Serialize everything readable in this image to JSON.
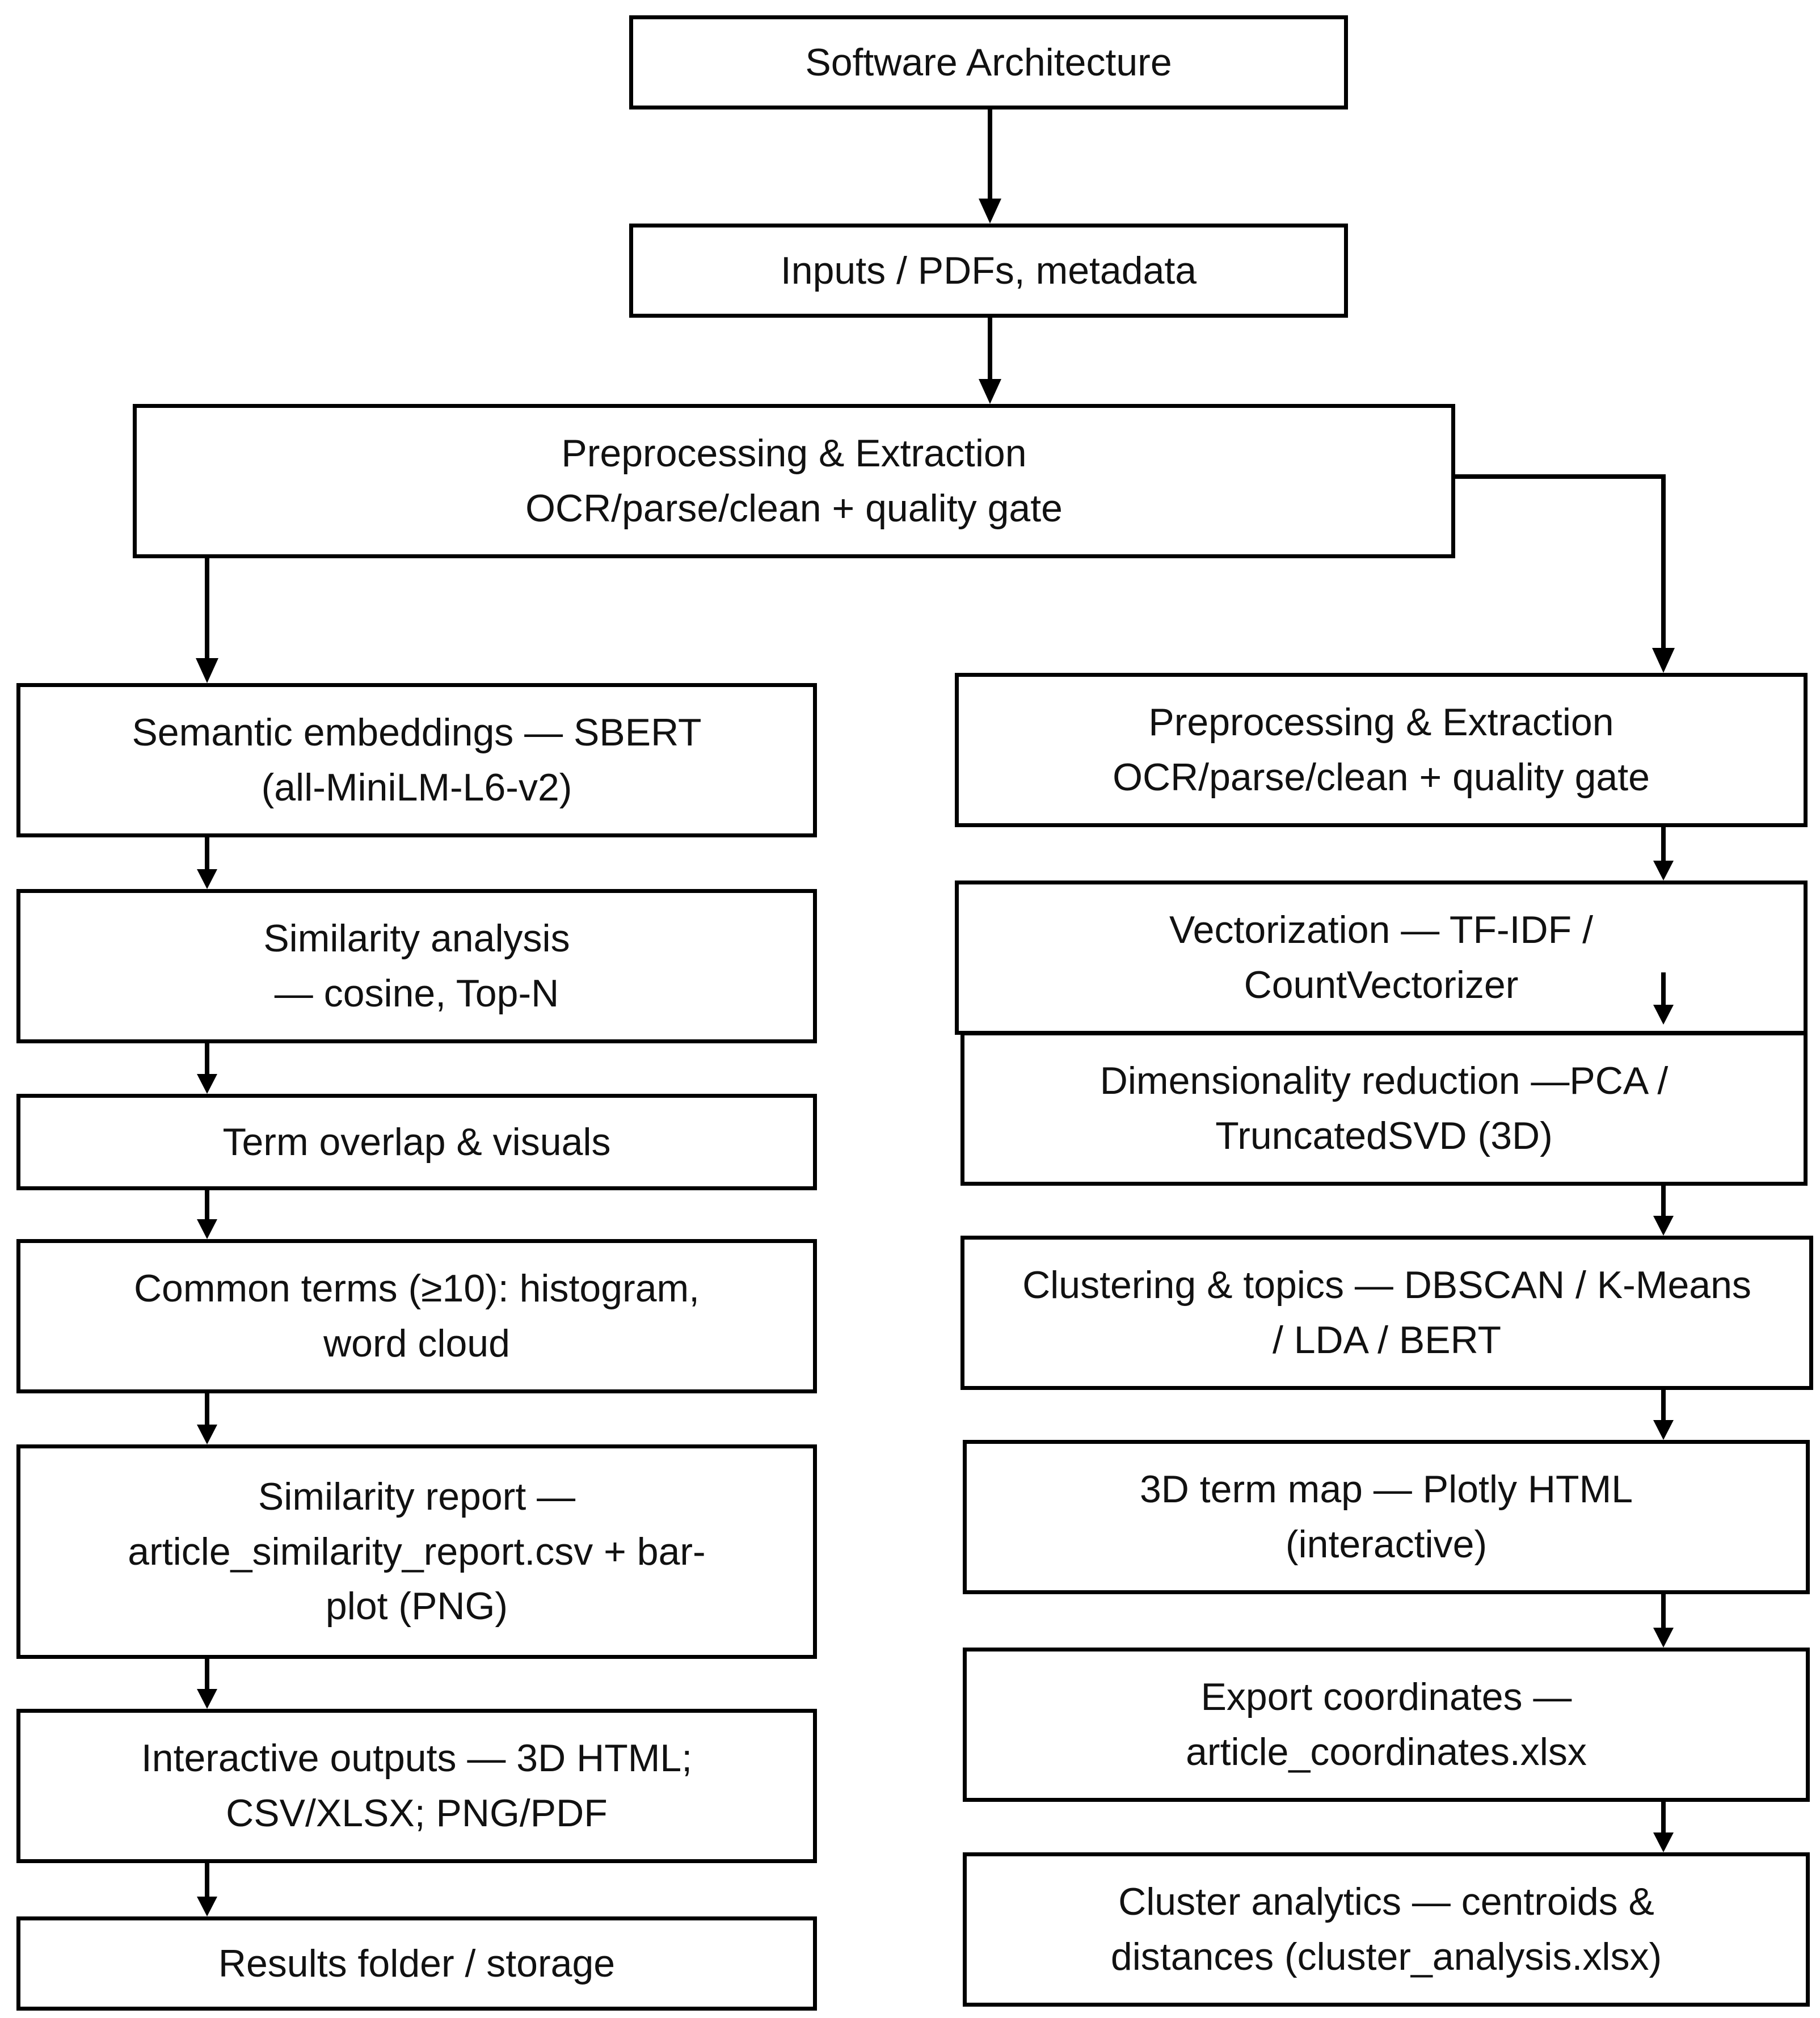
{
  "nodes": {
    "software_architecture": {
      "lines": [
        "Software Architecture"
      ]
    },
    "inputs": {
      "lines": [
        "Inputs / PDFs, metadata"
      ]
    },
    "preprocessing_top": {
      "lines": [
        "Preprocessing & Extraction",
        "OCR/parse/clean + quality gate"
      ]
    },
    "left": {
      "semantic_embeddings": {
        "lines": [
          "Semantic embeddings — SBERT",
          "(all-MiniLM-L6-v2)"
        ]
      },
      "similarity_analysis": {
        "lines": [
          "Similarity analysis",
          "— cosine, Top-N"
        ]
      },
      "term_overlap": {
        "lines": [
          "Term overlap & visuals"
        ]
      },
      "common_terms": {
        "lines": [
          "Common terms (≥10): histogram,",
          "word cloud"
        ]
      },
      "similarity_report": {
        "lines": [
          "Similarity report —",
          "article_similarity_report.csv + bar-",
          "plot (PNG)"
        ]
      },
      "interactive_outputs": {
        "lines": [
          "Interactive outputs — 3D HTML;",
          "CSV/XLSX; PNG/PDF"
        ]
      },
      "results_folder": {
        "lines": [
          "Results folder / storage"
        ]
      }
    },
    "right": {
      "preprocessing": {
        "lines": [
          "Preprocessing & Extraction",
          "OCR/parse/clean + quality gate"
        ]
      },
      "vectorization": {
        "lines": [
          "Vectorization — TF-IDF /",
          "CountVectorizer"
        ]
      },
      "dim_reduction": {
        "lines": [
          "Dimensionality reduction —PCA /",
          "TruncatedSVD (3D)"
        ]
      },
      "clustering": {
        "lines": [
          "Clustering & topics — DBSCAN / K-Means",
          "/ LDA / BERT"
        ]
      },
      "term_map": {
        "lines": [
          "3D term map — Plotly HTML",
          "(interactive)"
        ]
      },
      "export_coords": {
        "lines": [
          "Export coordinates —",
          "article_coordinates.xlsx"
        ]
      },
      "cluster_analytics": {
        "lines": [
          "Cluster analytics — centroids &",
          "distances (cluster_analysis.xlsx)"
        ]
      }
    }
  }
}
